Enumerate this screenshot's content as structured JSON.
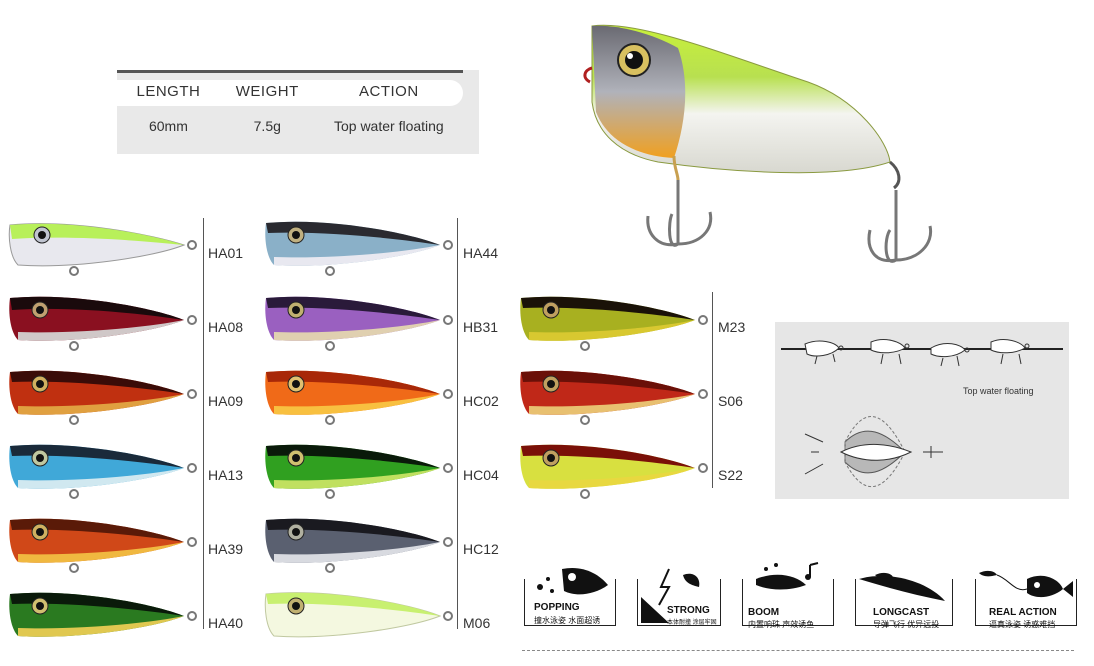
{
  "specs": {
    "headers": [
      "LENGTH",
      "WEIGHT",
      "ACTION"
    ],
    "values": [
      "60mm",
      "7.5g",
      "Top water floating"
    ]
  },
  "lure_columns": [
    {
      "codes": [
        "HA01",
        "HA08",
        "HA09",
        "HA13",
        "HA39",
        "HA40"
      ]
    },
    {
      "codes": [
        "HA44",
        "HB31",
        "HC02",
        "HC04",
        "HC12",
        "M06"
      ]
    },
    {
      "codes": [
        "M23",
        "S06",
        "S22"
      ]
    }
  ],
  "action_panel": {
    "caption": "Top water floating"
  },
  "features": [
    {
      "name": "POPPING",
      "sub": "撞水泳姿 水面超诱"
    },
    {
      "name": "STRONG",
      "sub": "本体耐撞 涂层牢固"
    },
    {
      "name": "BOOM",
      "sub": "内置响珠 声效诱鱼"
    },
    {
      "name": "LONGCAST",
      "sub": "导弹飞行 优异远投"
    },
    {
      "name": "REAL ACTION",
      "sub": "逼真泳姿 诱惑难挡"
    }
  ],
  "colors": {
    "ha01": [
      "#b8f05a",
      "#e8e8ee",
      "#c0c4d0"
    ],
    "ha08": [
      "#1a0a0c",
      "#8a1020",
      "#d0c8c8"
    ],
    "ha09": [
      "#3a0c08",
      "#c03010",
      "#e0a040"
    ],
    "ha13": [
      "#1a2a3a",
      "#40a8d8",
      "#d0e8f0"
    ],
    "ha39": [
      "#5a1a08",
      "#d04818",
      "#f0b840"
    ],
    "ha40": [
      "#0a1a0a",
      "#2a7a20",
      "#e0c850"
    ],
    "ha44": [
      "#2a2a30",
      "#8ab0c8",
      "#e8e8f0"
    ],
    "hb31": [
      "#2a1a3a",
      "#9a60c0",
      "#e0d0b0"
    ],
    "hc02": [
      "#a82808",
      "#f06a18",
      "#f8c040"
    ],
    "hc04": [
      "#0a1a0a",
      "#30a020",
      "#c0e060"
    ],
    "hc12": [
      "#1a1a20",
      "#5a6070",
      "#d8dae0"
    ],
    "m06": [
      "#c8f070",
      "#f4f8e0",
      "#e8f0d0"
    ],
    "m23": [
      "#1a1208",
      "#a8b020",
      "#d8c830"
    ],
    "s06": [
      "#6a1008",
      "#c02818",
      "#e8c070"
    ],
    "s22": [
      "#7a1008",
      "#d03018",
      "#d8e040"
    ]
  }
}
